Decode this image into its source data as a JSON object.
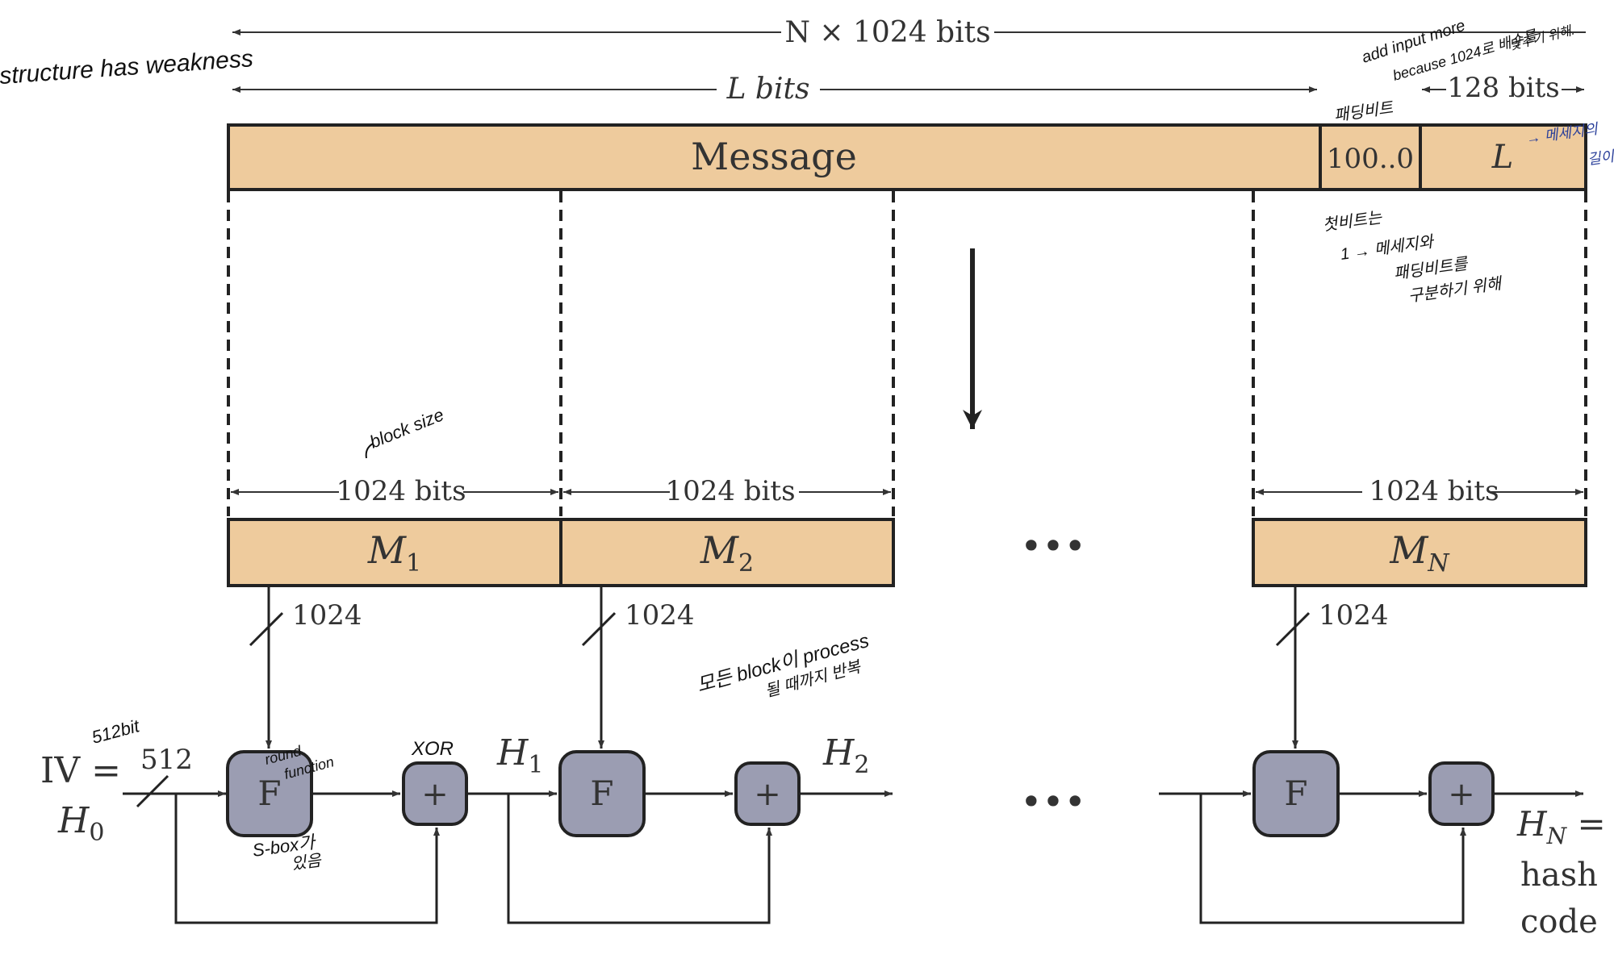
{
  "top": {
    "total_value": "N × 1024 bits",
    "msg_len_label": "L bits",
    "len_field_label": "128 bits"
  },
  "bar": {
    "message": "Message",
    "padding": "100..0",
    "length": "L"
  },
  "blocks": [
    {
      "size": "1024 bits",
      "name": "M",
      "sub": "1",
      "bus": "1024"
    },
    {
      "size": "1024 bits",
      "name": "M",
      "sub": "2",
      "bus": "1024"
    },
    {
      "size": "1024 bits",
      "name": "M",
      "sub": "N",
      "bus": "1024"
    }
  ],
  "ellipsis": "•••",
  "chain": {
    "iv_line1": "IV =",
    "iv_h": "H",
    "iv_sub": "0",
    "iv_bus": "512",
    "f_label": "F",
    "xor_label": "+",
    "h1": "H",
    "h1_sub": "1",
    "h2": "H",
    "h2_sub": "2",
    "hn": "H",
    "hn_sub": "N",
    "hn_eq": " =",
    "out_line2": "hash",
    "out_line3": "code"
  },
  "notes": {
    "weakness": "structure has weakness",
    "input_more_1": "add input more",
    "input_more_2": "because  1024로 배수를",
    "input_more_3": "맞추기 위해.",
    "padding_bit": "패딩비트",
    "first_bit_1": "첫비트는",
    "first_bit_2": "1 → 메세지와",
    "first_bit_3": "패딩비트를",
    "first_bit_4": "구분하기 위해",
    "block_size": "block size",
    "all_blocks_1": "모든 block이 process",
    "all_blocks_2": "될 때까지 반복",
    "iv_bits": "512bit",
    "round_fn_1": "round",
    "round_fn_2": "function",
    "sbox_1": "S-box가",
    "sbox_2": "있음",
    "xor": "XOR",
    "msg_info": "→ 메세지의",
    "msg_info_2": "길이"
  },
  "colors": {
    "tan": "#eecb9d",
    "gray_box": "#9b9db2",
    "line": "#222222",
    "annot_blue": "#2a3f9a"
  }
}
